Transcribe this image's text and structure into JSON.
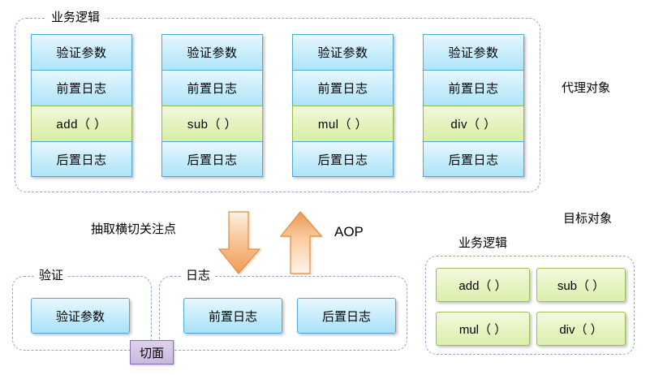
{
  "diagram": {
    "title_top_group": "业务逻辑",
    "proxy_object_label": "代理对象",
    "target_object_label": "目标对象",
    "target_group_label": "业务逻辑",
    "extract_label": "抽取横切关注点",
    "aop_label": "AOP",
    "aspect_badge": "切面",
    "validate_group_label": "验证",
    "log_group_label": "日志"
  },
  "proxy_columns": [
    {
      "name": "add-column",
      "cells": [
        {
          "text": "验证参数",
          "kind": "blue"
        },
        {
          "text": "前置日志",
          "kind": "blue"
        },
        {
          "text": "add（ ）",
          "kind": "green"
        },
        {
          "text": "后置日志",
          "kind": "blue"
        }
      ]
    },
    {
      "name": "sub-column",
      "cells": [
        {
          "text": "验证参数",
          "kind": "blue"
        },
        {
          "text": "前置日志",
          "kind": "blue"
        },
        {
          "text": "sub（ ）",
          "kind": "green"
        },
        {
          "text": "后置日志",
          "kind": "blue"
        }
      ]
    },
    {
      "name": "mul-column",
      "cells": [
        {
          "text": "验证参数",
          "kind": "blue"
        },
        {
          "text": "前置日志",
          "kind": "blue"
        },
        {
          "text": "mul（ ）",
          "kind": "green"
        },
        {
          "text": "后置日志",
          "kind": "blue"
        }
      ]
    },
    {
      "name": "div-column",
      "cells": [
        {
          "text": "验证参数",
          "kind": "blue"
        },
        {
          "text": "前置日志",
          "kind": "blue"
        },
        {
          "text": "div（ ）",
          "kind": "green"
        },
        {
          "text": "后置日志",
          "kind": "blue"
        }
      ]
    }
  ],
  "validate_group_boxes": [
    {
      "text": "验证参数"
    }
  ],
  "log_group_boxes": [
    {
      "text": "前置日志"
    },
    {
      "text": "后置日志"
    }
  ],
  "target_methods": [
    {
      "text": "add（ ）"
    },
    {
      "text": "sub（ ）"
    },
    {
      "text": "mul（ ）"
    },
    {
      "text": "div（ ）"
    }
  ],
  "icons": {
    "down_arrow": "arrow-down-icon",
    "up_arrow": "arrow-up-icon"
  },
  "colors": {
    "cell_blue_border": "#4fa8d8",
    "cell_blue_fill_top": "#e9f8fe",
    "cell_blue_fill_bottom": "#aee4f8",
    "cell_green_border": "#94b84d",
    "cell_green_fill_top": "#f2f8dd",
    "cell_green_fill_bottom": "#d8eda5",
    "group_dash": "#8ea4c8",
    "arrow_orange_dark": "#e8954a",
    "arrow_orange_light": "#fdf0e3",
    "badge_purple_border": "#8c6fb5",
    "badge_purple_fill": "#d3c6e4"
  }
}
